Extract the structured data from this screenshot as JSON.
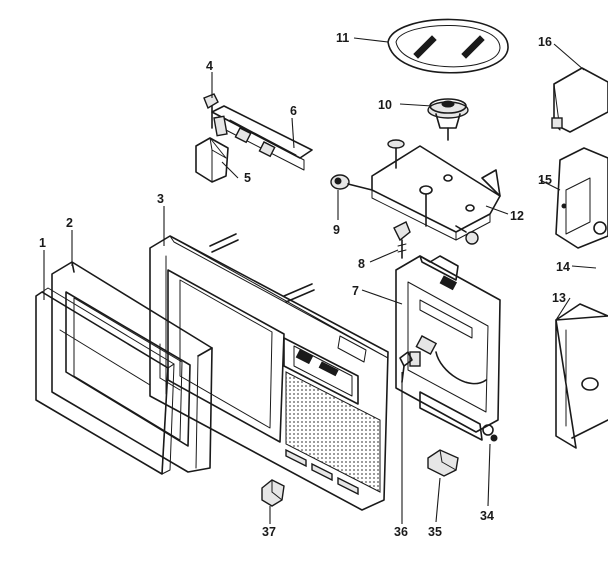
{
  "callouts": [
    {
      "id": "1",
      "label": "1"
    },
    {
      "id": "2",
      "label": "2"
    },
    {
      "id": "3",
      "label": "3"
    },
    {
      "id": "4",
      "label": "4"
    },
    {
      "id": "5",
      "label": "5"
    },
    {
      "id": "6",
      "label": "6"
    },
    {
      "id": "7",
      "label": "7"
    },
    {
      "id": "8",
      "label": "8"
    },
    {
      "id": "9",
      "label": "9"
    },
    {
      "id": "10",
      "label": "10"
    },
    {
      "id": "11",
      "label": "11"
    },
    {
      "id": "12",
      "label": "12"
    },
    {
      "id": "13",
      "label": "13"
    },
    {
      "id": "14",
      "label": "14"
    },
    {
      "id": "15",
      "label": "15"
    },
    {
      "id": "16",
      "label": "16"
    },
    {
      "id": "34",
      "label": "34"
    },
    {
      "id": "35",
      "label": "35"
    },
    {
      "id": "36",
      "label": "36"
    },
    {
      "id": "37",
      "label": "37"
    }
  ]
}
